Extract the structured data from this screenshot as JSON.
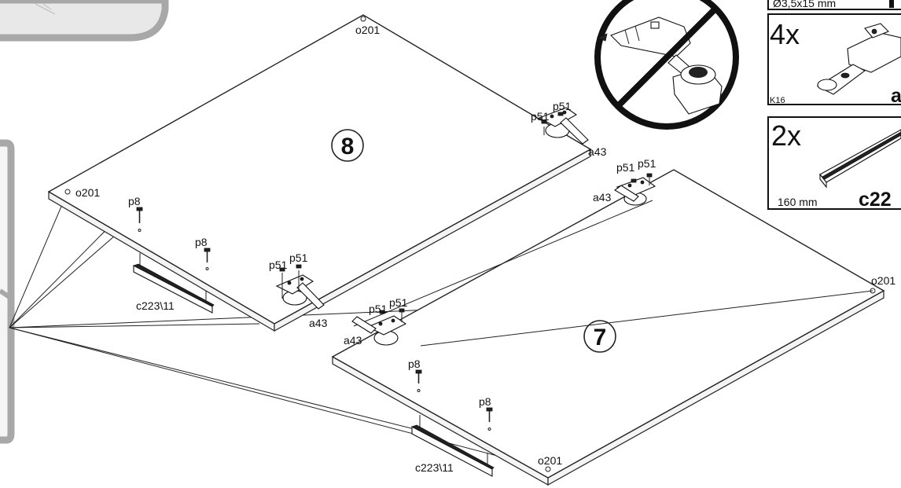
{
  "panels": {
    "upper": {
      "number": "8"
    },
    "lower": {
      "number": "7"
    }
  },
  "labels": {
    "o201": "o201",
    "p8": "p8",
    "p51": "p51",
    "a43": "a43",
    "c223_11": "c223\\11"
  },
  "parts_legend": {
    "screw_size": "Ø3,5x15 mm",
    "hinge": {
      "quantity": "4x",
      "code_partial": "a",
      "ref": "K16"
    },
    "rail": {
      "quantity": "2x",
      "length": "160 mm",
      "code_partial": "c22"
    }
  },
  "warning": {
    "icon": "no-power-drill-icon"
  },
  "colors": {
    "line": "#222222",
    "side_tab": "#a8a8a8",
    "warning_circle": "#111111"
  }
}
